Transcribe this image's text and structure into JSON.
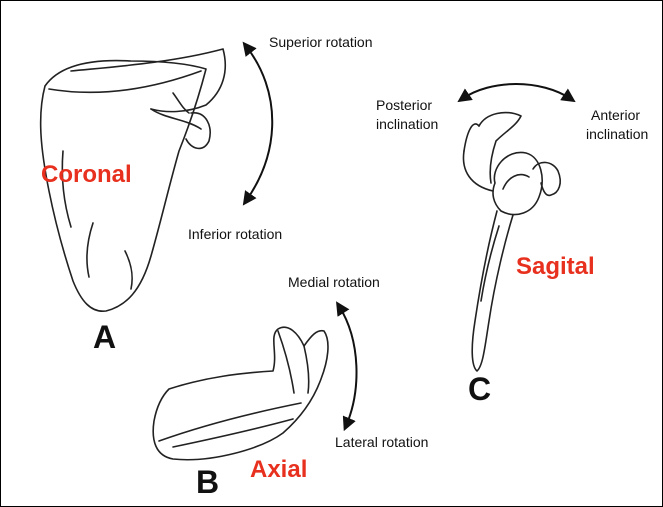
{
  "colors": {
    "plane_label": "#e8301e",
    "ink": "#111111"
  },
  "views": {
    "a": {
      "letter": "A",
      "plane": "Coronal",
      "motion_top": "Superior rotation",
      "motion_bottom": "Inferior rotation",
      "arrow_icon": "double-curved-arrow"
    },
    "b": {
      "letter": "B",
      "plane": "Axial",
      "motion_top": "Medial rotation",
      "motion_bottom": "Lateral rotation",
      "arrow_icon": "double-curved-arrow"
    },
    "c": {
      "letter": "C",
      "plane": "Sagital",
      "motion_left_1": "Posterior",
      "motion_left_2": "inclination",
      "motion_right_1": "Anterior",
      "motion_right_2": "inclination",
      "arrow_icon": "double-curved-arrow"
    }
  }
}
